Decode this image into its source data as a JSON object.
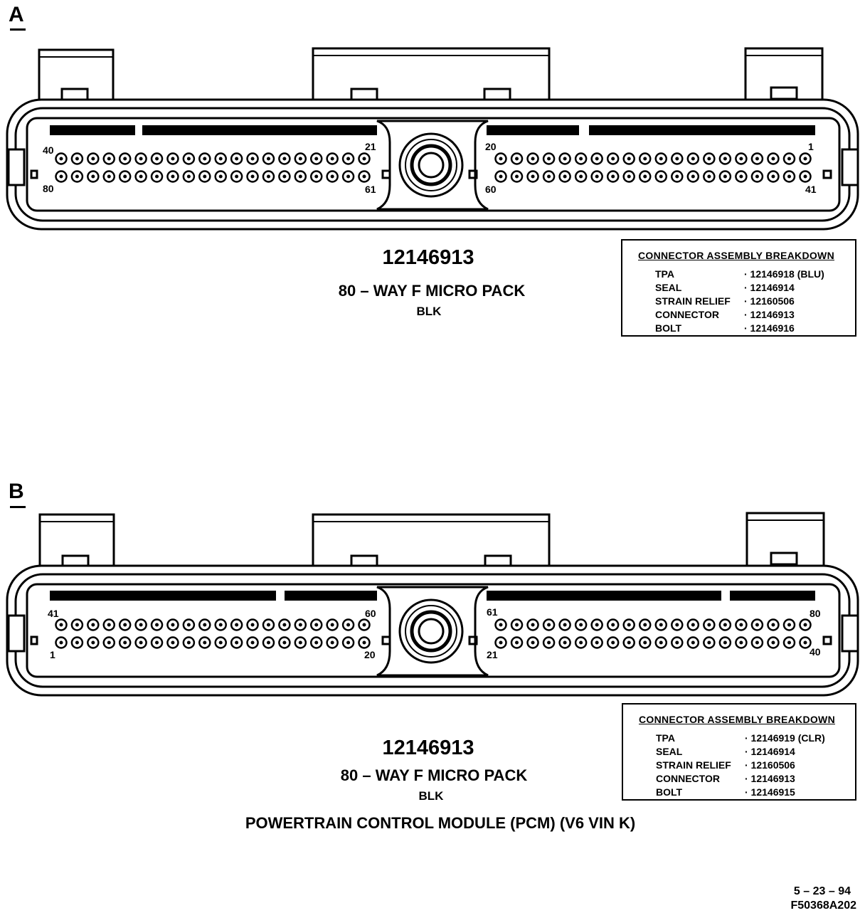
{
  "views": [
    {
      "label": "A",
      "part_number": "12146913",
      "description": "80 – WAY F MICRO PACK",
      "color": "BLK",
      "pin_labels": {
        "left_top": "40",
        "left_bottom": "80",
        "center_left_top": "21",
        "center_left_bottom": "61",
        "center_right_top": "20",
        "center_right_bottom": "60",
        "right_top": "1",
        "right_bottom": "41"
      },
      "breakdown": {
        "title": "CONNECTOR ASSEMBLY BREAKDOWN",
        "rows": [
          {
            "name": "TPA",
            "value": "· 12146918 (BLU)"
          },
          {
            "name": "SEAL",
            "value": "· 12146914"
          },
          {
            "name": "STRAIN RELIEF",
            "value": "· 12160506"
          },
          {
            "name": "CONNECTOR",
            "value": "· 12146913"
          },
          {
            "name": "BOLT",
            "value": "· 12146916"
          }
        ]
      }
    },
    {
      "label": "B",
      "part_number": "12146913",
      "description": "80 – WAY F MICRO PACK",
      "color": "BLK",
      "pin_labels": {
        "left_top": "41",
        "left_bottom": "1",
        "center_left_top": "60",
        "center_left_bottom": "20",
        "center_right_top": "61",
        "center_right_bottom": "21",
        "right_top": "80",
        "right_bottom": "40"
      },
      "breakdown": {
        "title": "CONNECTOR ASSEMBLY BREAKDOWN",
        "rows": [
          {
            "name": "TPA",
            "value": "· 12146919 (CLR)"
          },
          {
            "name": "SEAL",
            "value": "· 12146914"
          },
          {
            "name": "STRAIN RELIEF",
            "value": "· 12160506"
          },
          {
            "name": "CONNECTOR",
            "value": "· 12146913"
          },
          {
            "name": "BOLT",
            "value": "· 12146915"
          }
        ]
      }
    }
  ],
  "module_title": "POWERTRAIN CONTROL MODULE (PCM) (V6 VIN K)",
  "footer": {
    "date": "5 – 23 – 94",
    "code": "F50368A202"
  }
}
